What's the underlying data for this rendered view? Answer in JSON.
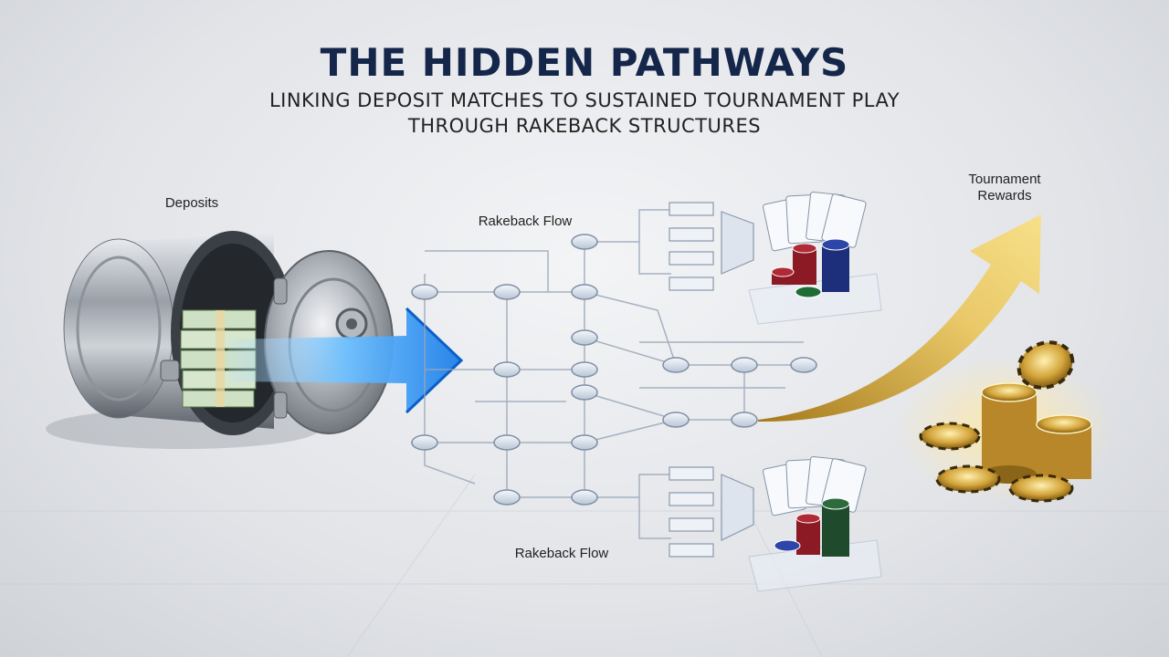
{
  "header": {
    "title": "THE HIDDEN PATHWAYS",
    "subtitle_line1": "LINKING DEPOSIT MATCHES TO SUSTAINED TOURNAMENT PLAY",
    "subtitle_line2": "THROUGH RAKEBACK STRUCTURES"
  },
  "labels": {
    "deposits": "Deposits",
    "rakeback_top": "Rakeback Flow",
    "rakeback_bottom": "Rakeback Flow",
    "rewards_line1": "Tournament",
    "rewards_line2": "Rewards"
  },
  "colors": {
    "title": "#14264a",
    "flow_arrow": "#1e90ff",
    "reward_arrow": "#d4a73a",
    "network_lines": "#9aa7b8",
    "chip_red": "#8b1a24",
    "chip_blue": "#1d2f7a",
    "chip_green": "#1f6b35",
    "gold": "#c89b2c"
  },
  "icons": [
    "vault-icon",
    "cash-stack-icon",
    "card-fan-icon",
    "chip-stack-icon",
    "gold-coin-icon"
  ]
}
